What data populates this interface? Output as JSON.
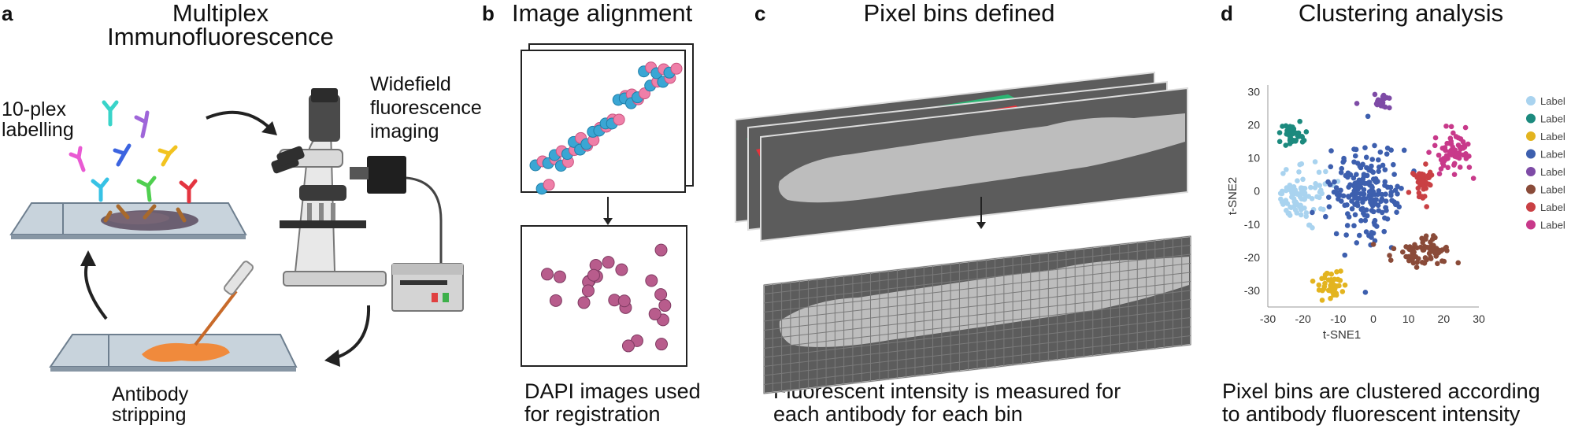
{
  "panels": {
    "a": {
      "letter": "a",
      "title_line1": "Multiplex",
      "title_line2": "Immunofluorescence",
      "labelling_line1": "10-plex",
      "labelling_line2": "labelling",
      "imaging_line1": "Widefield",
      "imaging_line2": "fluorescence",
      "imaging_line3": "imaging",
      "stripping_line1": "Antibody",
      "stripping_line2": "stripping"
    },
    "b": {
      "letter": "b",
      "title": "Image alignment",
      "caption_line1": "DAPI images used",
      "caption_line2": "for registration"
    },
    "c": {
      "letter": "c",
      "title": "Pixel bins defined",
      "caption_line1": "Fluorescent intensity is measured for",
      "caption_line2": "each antibody for each bin"
    },
    "d": {
      "letter": "d",
      "title": "Clustering analysis",
      "caption_line1": "Pixel bins are clustered according",
      "caption_line2": "to antibody fluorescent intensity"
    }
  },
  "colors": {
    "dapi_blue": "#3aa6d4",
    "dapi_pink": "#ef7fa8",
    "registered": "#b85c8c",
    "tissue": "#bdbdbd",
    "frame_dark": "#5a5a5a",
    "stain_orange": "#f08a3c"
  },
  "chart_data": {
    "type": "scatter",
    "xlabel": "t-SNE1",
    "ylabel": "t-SNE2",
    "xlim": [
      -30,
      30
    ],
    "ylim": [
      -35,
      32
    ],
    "xticks": [
      -30,
      -20,
      -10,
      0,
      10,
      20,
      30
    ],
    "yticks": [
      30,
      20,
      10,
      0,
      -10,
      -20,
      -30
    ],
    "legend_position": "right",
    "series": [
      {
        "name": "Label",
        "color": "#a9d3ef",
        "center": [
          -21,
          -2
        ],
        "spread": [
          6,
          8
        ],
        "n": 90
      },
      {
        "name": "Label",
        "color": "#1c8a7e",
        "center": [
          -23,
          17
        ],
        "spread": [
          4,
          4
        ],
        "n": 40
      },
      {
        "name": "Label",
        "color": "#e3b41f",
        "center": [
          -12,
          -28
        ],
        "spread": [
          4,
          4
        ],
        "n": 40
      },
      {
        "name": "Label",
        "color": "#3d5fae",
        "center": [
          -2,
          0
        ],
        "spread": [
          8,
          13
        ],
        "n": 200
      },
      {
        "name": "Label",
        "color": "#7e4ba6",
        "center": [
          2,
          27
        ],
        "spread": [
          3,
          3
        ],
        "n": 20
      },
      {
        "name": "Label",
        "color": "#8a4b39",
        "center": [
          14,
          -18
        ],
        "spread": [
          8,
          4
        ],
        "n": 75
      },
      {
        "name": "Label",
        "color": "#c94044",
        "center": [
          14,
          2
        ],
        "spread": [
          3,
          5
        ],
        "n": 40
      },
      {
        "name": "Label",
        "color": "#c8398a",
        "center": [
          23,
          12
        ],
        "spread": [
          5,
          6
        ],
        "n": 70
      }
    ]
  }
}
